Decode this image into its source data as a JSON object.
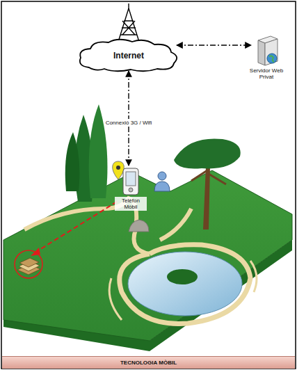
{
  "diagram": {
    "caption": "TECNOLOGIA MÒBIL",
    "nodes": [
      {
        "text": [
          "Internet"
        ]
      },
      {
        "text": [
          "Servidor Web Privat"
        ]
      },
      {
        "text": [
          "Telèfon Mòbil"
        ]
      }
    ],
    "edges": [
      {
        "from": 0,
        "to": 1,
        "arrow": "both"
      },
      {
        "from": 0,
        "to": 2,
        "label": "Connexió 3G / Wifi",
        "arrow": "both"
      }
    ]
  }
}
